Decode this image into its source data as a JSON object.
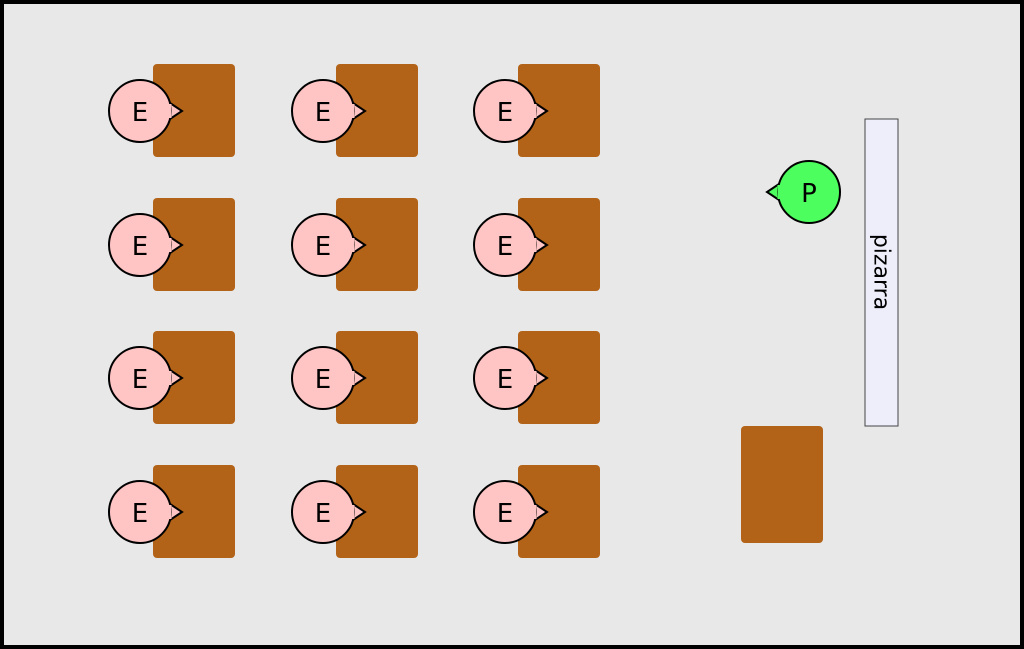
{
  "classroom": {
    "background_color": "#E8E8E8",
    "border_color": "#000000",
    "desk_color": "#B36318",
    "student": {
      "label": "E",
      "fill": "#FFC4C4",
      "count": 12,
      "facing": "right"
    },
    "teacher": {
      "label": "P",
      "fill": "#4CFF5E",
      "facing": "left"
    },
    "whiteboard": {
      "label": "pizarra",
      "fill": "#EEEEFB",
      "orientation": "vertical"
    },
    "layout": {
      "student_rows": 4,
      "student_columns": 3
    }
  }
}
